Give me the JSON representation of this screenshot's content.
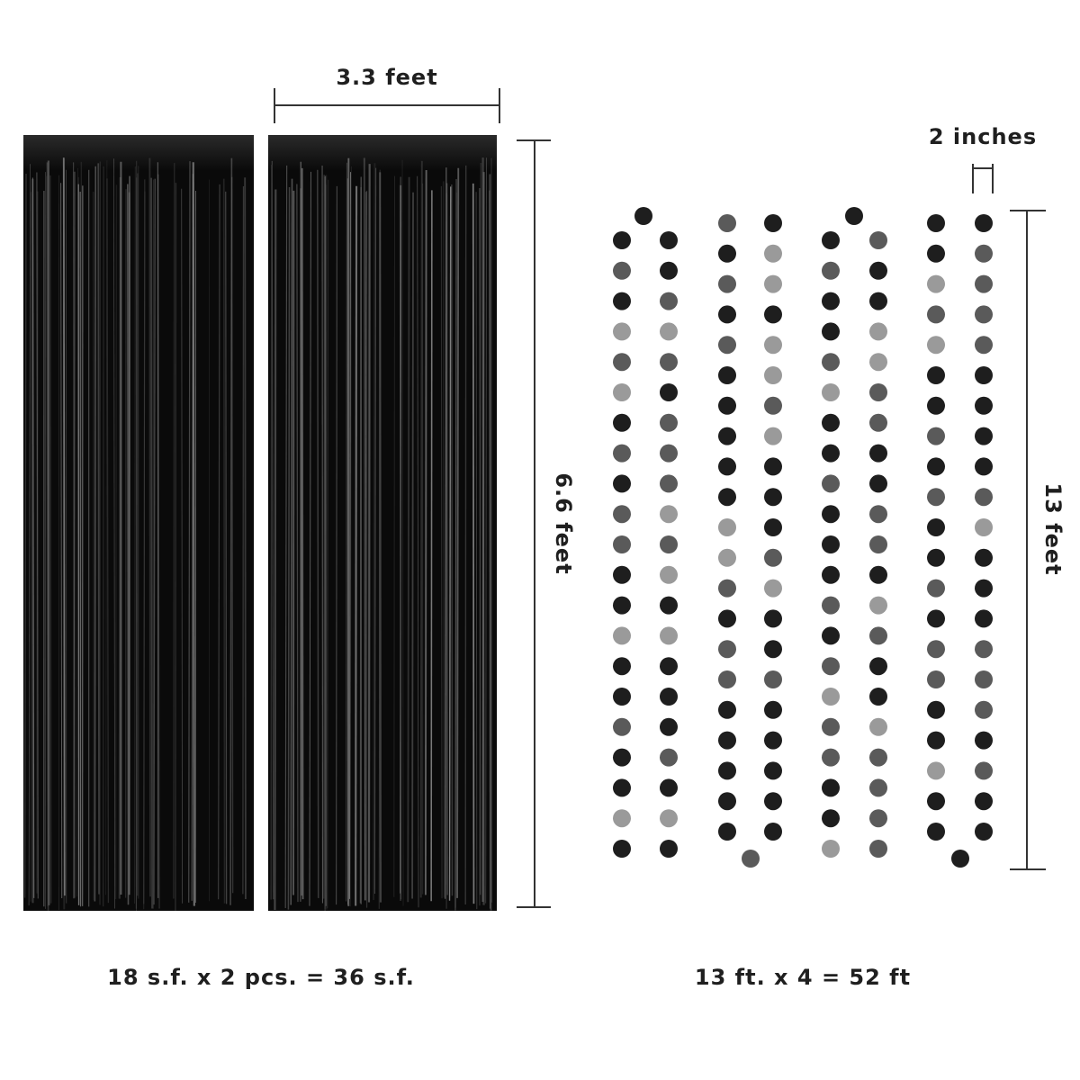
{
  "dimensions": {
    "curtain_width": "3.3 feet",
    "curtain_height": "6.6 feet",
    "dot_spacing": "2 inches",
    "garland_length": "13 feet"
  },
  "totals": {
    "curtains": "18 s.f. x 2 pcs. = 36 s.f.",
    "garlands": "13 ft. x 4 = 52 ft"
  },
  "colors": {
    "curtain": "#0a0a0a",
    "dot_dark": "#1e1e1e",
    "dot_mid": "#5a5a5a",
    "dot_light": "#9a9a9a",
    "line": "#333333"
  }
}
